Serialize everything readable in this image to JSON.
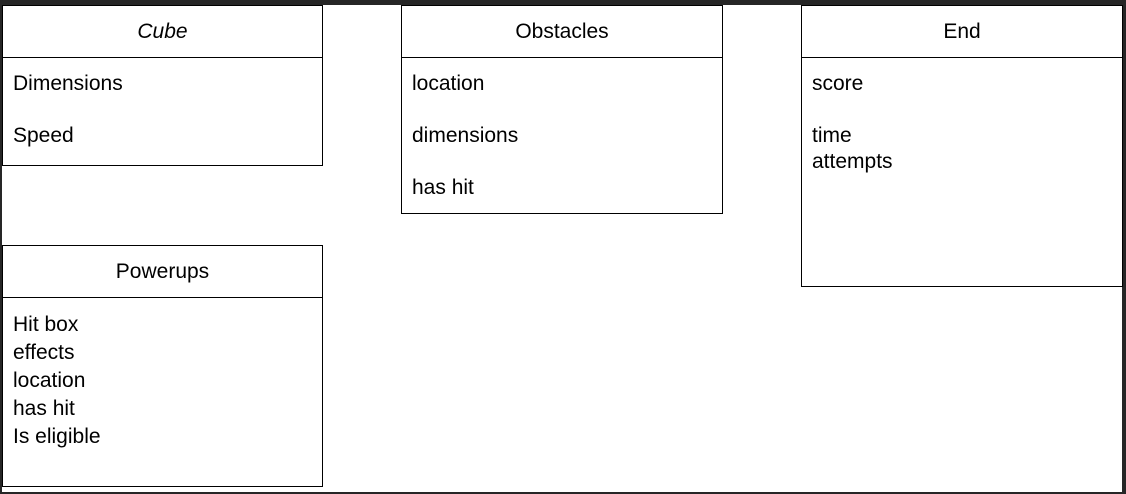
{
  "classes": {
    "cube": {
      "name": "Cube",
      "attributes": [
        "Dimensions",
        "Speed"
      ]
    },
    "obstacles": {
      "name": "Obstacles",
      "attributes": [
        "location",
        "dimensions",
        "has hit"
      ]
    },
    "end": {
      "name": "End",
      "attributes": [
        "score",
        "time",
        "attempts"
      ]
    },
    "powerups": {
      "name": "Powerups",
      "attributes": [
        "Hit box",
        "effects",
        "location",
        "has hit",
        "Is eligible"
      ]
    }
  }
}
